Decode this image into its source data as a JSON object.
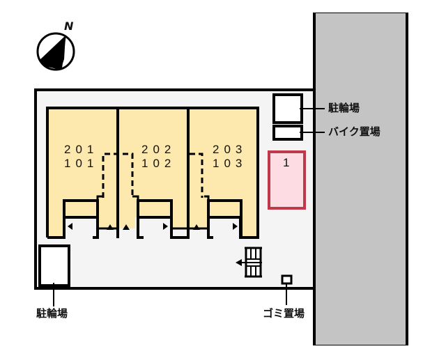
{
  "compass": {
    "north_label": "N"
  },
  "units": [
    {
      "upper": "201",
      "lower": "101"
    },
    {
      "upper": "202",
      "lower": "102"
    },
    {
      "upper": "203",
      "lower": "103"
    }
  ],
  "parking": {
    "space_number": "1"
  },
  "labels": {
    "bicycle_parking_right": "駐輪場",
    "motorcycle_parking": "バイク置場",
    "bicycle_parking_left": "駐輪場",
    "garbage_area": "ゴミ置場"
  },
  "colors": {
    "building_fill": "#fde8ae",
    "site_fill": "#f4f4f4",
    "road_fill": "#c4c4c4",
    "parking_fill": "#fddde3",
    "parking_border": "#c0394b",
    "line": "#000000"
  }
}
